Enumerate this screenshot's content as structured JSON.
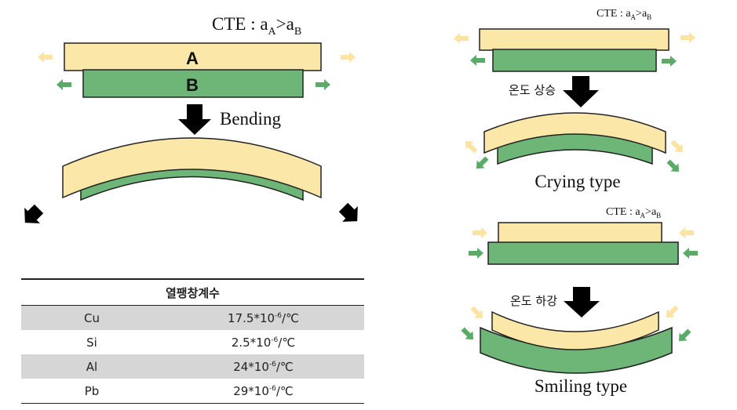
{
  "left_panel": {
    "cte_prefix": "CTE : a",
    "cte_sub_1": "A",
    "cte_mid": ">a",
    "cte_sub_2": "B",
    "layer_a": "A",
    "layer_b": "B",
    "bending_label": "Bending"
  },
  "right_top": {
    "cte_prefix": "CTE : a",
    "cte_sub_1": "A",
    "cte_mid": ">a",
    "cte_sub_2": "B",
    "temp_label": "온도 상승",
    "type_label": "Crying type"
  },
  "right_bottom": {
    "cte_prefix": "CTE : a",
    "cte_sub_1": "A",
    "cte_mid": ">a",
    "cte_sub_2": "B",
    "temp_label": "온도 하강",
    "type_label": "Smiling type"
  },
  "table": {
    "header": "열팽창계수",
    "unit_exp": "-6",
    "unit_suffix": "/℃",
    "rows": [
      {
        "material": "Cu",
        "value_prefix": "17.5*10"
      },
      {
        "material": "Si",
        "value_prefix": "2.5*10"
      },
      {
        "material": "Al",
        "value_prefix": "24*10"
      },
      {
        "material": "Pb",
        "value_prefix": "29*10"
      }
    ]
  },
  "colors": {
    "layer_a": "#fbe7a7",
    "layer_b": "#6db677",
    "arrow_a": "#fbe3a3",
    "arrow_b": "#5aaa68",
    "big_arrow": "#000000",
    "table_shade": "#d6d6d6"
  }
}
